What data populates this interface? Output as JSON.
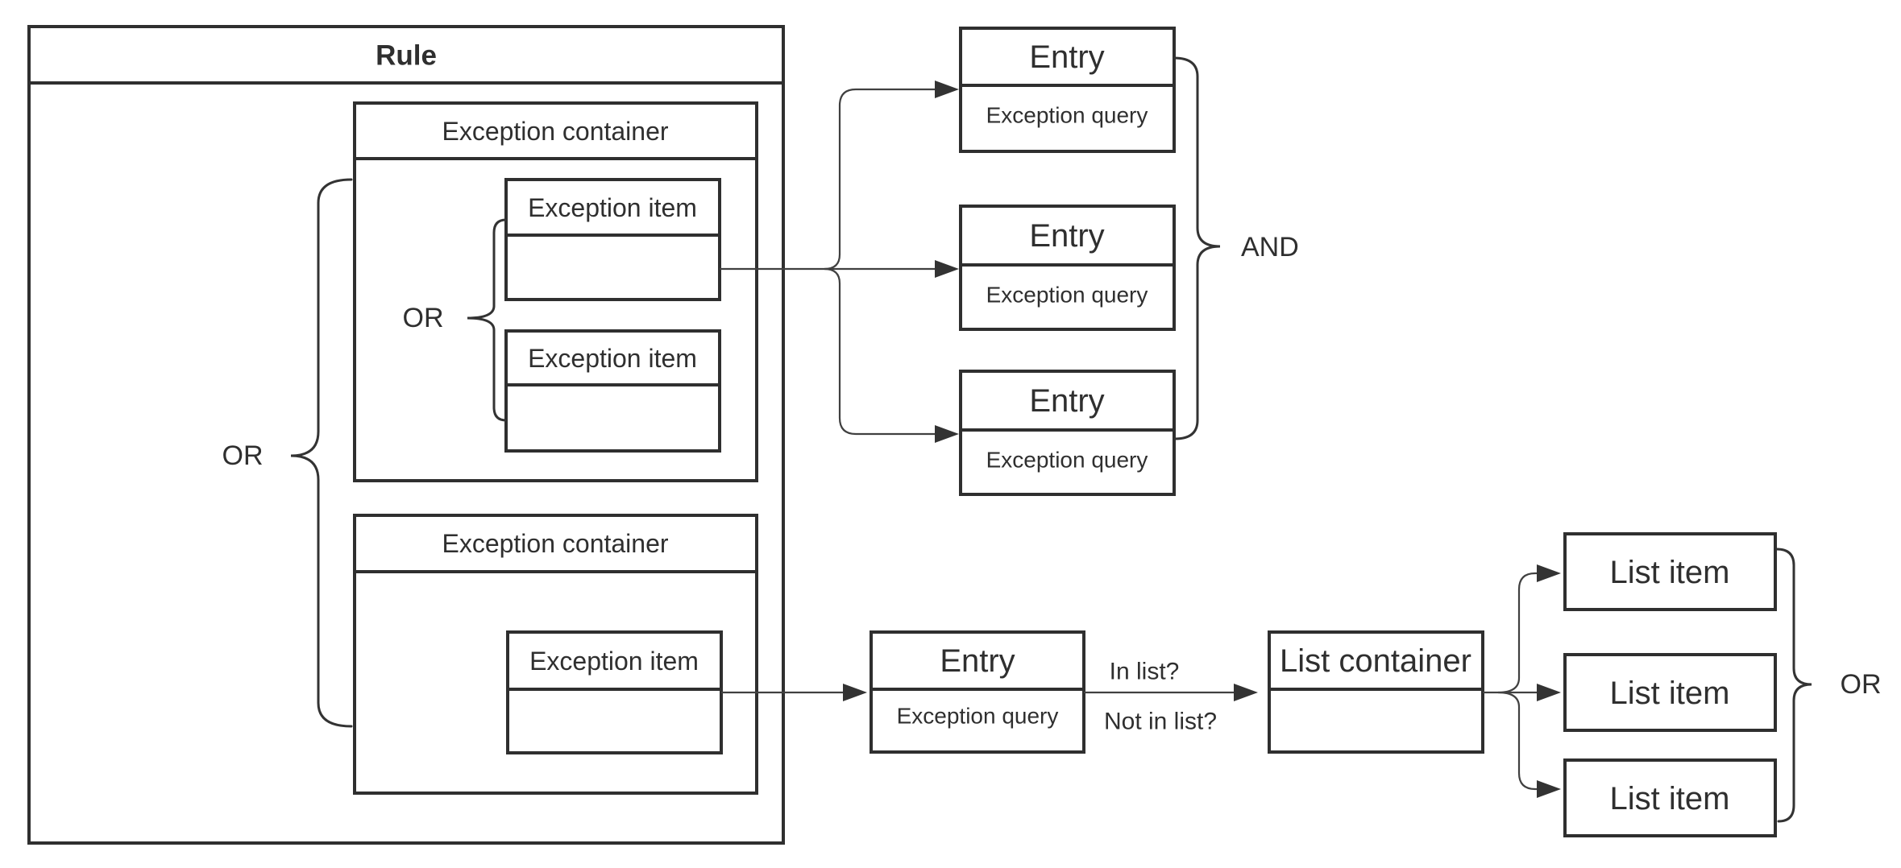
{
  "diagram": {
    "colors": {
      "background": "#ffffff",
      "box_stroke": "#2f2f2f",
      "connector": "#404040",
      "text": "#2f2f2f"
    },
    "rule": {
      "title": "Rule"
    },
    "containers": [
      {
        "title": "Exception container",
        "items": [
          {
            "label": "Exception item"
          },
          {
            "label": "Exception item"
          }
        ]
      },
      {
        "title": "Exception container",
        "items": [
          {
            "label": "Exception item"
          }
        ]
      }
    ],
    "operators": {
      "inner_or": "OR",
      "outer_or": "OR",
      "and": "AND",
      "list_or": "OR"
    },
    "entries": [
      {
        "title": "Entry",
        "query": "Exception query"
      },
      {
        "title": "Entry",
        "query": "Exception query"
      },
      {
        "title": "Entry",
        "query": "Exception query"
      },
      {
        "title": "Entry",
        "query": "Exception query"
      }
    ],
    "questions": {
      "in_list": "In list?",
      "not_in_list": "Not in list?"
    },
    "list_container": {
      "title": "List container"
    },
    "list_items": [
      {
        "label": "List item"
      },
      {
        "label": "List item"
      },
      {
        "label": "List item"
      }
    ]
  }
}
